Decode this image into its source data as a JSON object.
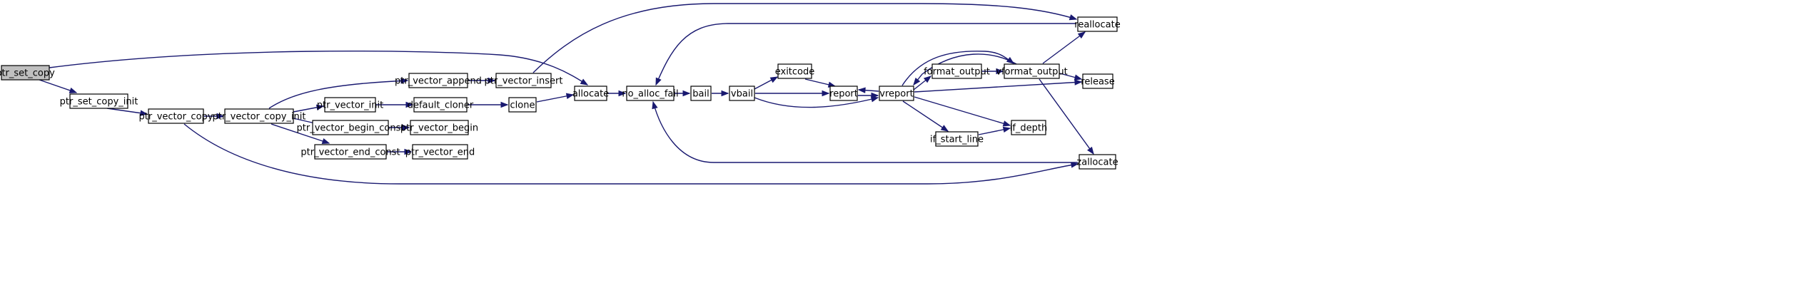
{
  "graph": {
    "nodes": [
      {
        "id": "ptr_set_copy",
        "label": "ptr_set_copy",
        "root": true
      },
      {
        "id": "ptr_set_copy_init",
        "label": "ptr_set_copy_init"
      },
      {
        "id": "ptr_vector_copy",
        "label": "ptr_vector_copy"
      },
      {
        "id": "ptr_vector_copy_init",
        "label": "ptr_vector_copy_init"
      },
      {
        "id": "ptr_vector_append",
        "label": "ptr_vector_append"
      },
      {
        "id": "ptr_vector_insert",
        "label": "ptr_vector_insert"
      },
      {
        "id": "ptr_vector_init",
        "label": "ptr_vector_init"
      },
      {
        "id": "default_cloner",
        "label": "default_cloner"
      },
      {
        "id": "clone",
        "label": "clone"
      },
      {
        "id": "ptr_vector_begin_const",
        "label": "ptr_vector_begin_const"
      },
      {
        "id": "ptr_vector_begin",
        "label": "ptr_vector_begin"
      },
      {
        "id": "ptr_vector_end_const",
        "label": "ptr_vector_end_const"
      },
      {
        "id": "ptr_vector_end",
        "label": "ptr_vector_end"
      },
      {
        "id": "allocate",
        "label": "allocate"
      },
      {
        "id": "no_alloc_fail",
        "label": "no_alloc_fail"
      },
      {
        "id": "bail",
        "label": "bail"
      },
      {
        "id": "vbail",
        "label": "vbail"
      },
      {
        "id": "exitcode",
        "label": "exitcode"
      },
      {
        "id": "report",
        "label": "report"
      },
      {
        "id": "vreport",
        "label": "vreport"
      },
      {
        "id": "format_output",
        "label": "format_output"
      },
      {
        "id": "vformat_output",
        "label": "vformat_output"
      },
      {
        "id": "if_start_line",
        "label": "if_start_line"
      },
      {
        "id": "if_depth",
        "label": "if_depth"
      },
      {
        "id": "reallocate",
        "label": "reallocate"
      },
      {
        "id": "release",
        "label": "release"
      },
      {
        "id": "zallocate",
        "label": "zallocate"
      }
    ],
    "edges": [
      {
        "from": "ptr_set_copy",
        "to": "ptr_set_copy_init"
      },
      {
        "from": "ptr_set_copy",
        "to": "allocate"
      },
      {
        "from": "ptr_set_copy_init",
        "to": "ptr_vector_copy"
      },
      {
        "from": "ptr_vector_copy",
        "to": "ptr_vector_copy_init"
      },
      {
        "from": "ptr_vector_copy",
        "to": "zallocate"
      },
      {
        "from": "ptr_vector_copy_init",
        "to": "ptr_vector_append"
      },
      {
        "from": "ptr_vector_copy_init",
        "to": "ptr_vector_init"
      },
      {
        "from": "ptr_vector_copy_init",
        "to": "ptr_vector_begin_const"
      },
      {
        "from": "ptr_vector_copy_init",
        "to": "ptr_vector_end_const"
      },
      {
        "from": "ptr_vector_append",
        "to": "ptr_vector_insert"
      },
      {
        "from": "ptr_vector_insert",
        "to": "reallocate"
      },
      {
        "from": "ptr_vector_init",
        "to": "default_cloner"
      },
      {
        "from": "default_cloner",
        "to": "clone"
      },
      {
        "from": "clone",
        "to": "allocate"
      },
      {
        "from": "ptr_vector_begin_const",
        "to": "ptr_vector_begin"
      },
      {
        "from": "ptr_vector_end_const",
        "to": "ptr_vector_end"
      },
      {
        "from": "allocate",
        "to": "no_alloc_fail"
      },
      {
        "from": "no_alloc_fail",
        "to": "bail"
      },
      {
        "from": "bail",
        "to": "vbail"
      },
      {
        "from": "vbail",
        "to": "exitcode"
      },
      {
        "from": "vbail",
        "to": "report"
      },
      {
        "from": "vbail",
        "to": "vreport"
      },
      {
        "from": "exitcode",
        "to": "report"
      },
      {
        "from": "report",
        "to": "vreport"
      },
      {
        "from": "vreport",
        "to": "report"
      },
      {
        "from": "vreport",
        "to": "format_output"
      },
      {
        "from": "vreport",
        "to": "vformat_output"
      },
      {
        "from": "vreport",
        "to": "release"
      },
      {
        "from": "vreport",
        "to": "if_depth"
      },
      {
        "from": "vreport",
        "to": "if_start_line"
      },
      {
        "from": "format_output",
        "to": "vformat_output"
      },
      {
        "from": "vformat_output",
        "to": "vreport"
      },
      {
        "from": "vformat_output",
        "to": "reallocate"
      },
      {
        "from": "vformat_output",
        "to": "release"
      },
      {
        "from": "vformat_output",
        "to": "zallocate"
      },
      {
        "from": "if_start_line",
        "to": "if_depth"
      },
      {
        "from": "reallocate",
        "to": "no_alloc_fail"
      },
      {
        "from": "zallocate",
        "to": "no_alloc_fail"
      }
    ]
  },
  "colors": {
    "node_fill": "#ffffff",
    "root_fill": "#bfbfbf",
    "node_border": "#000000",
    "edge": "#191970"
  }
}
